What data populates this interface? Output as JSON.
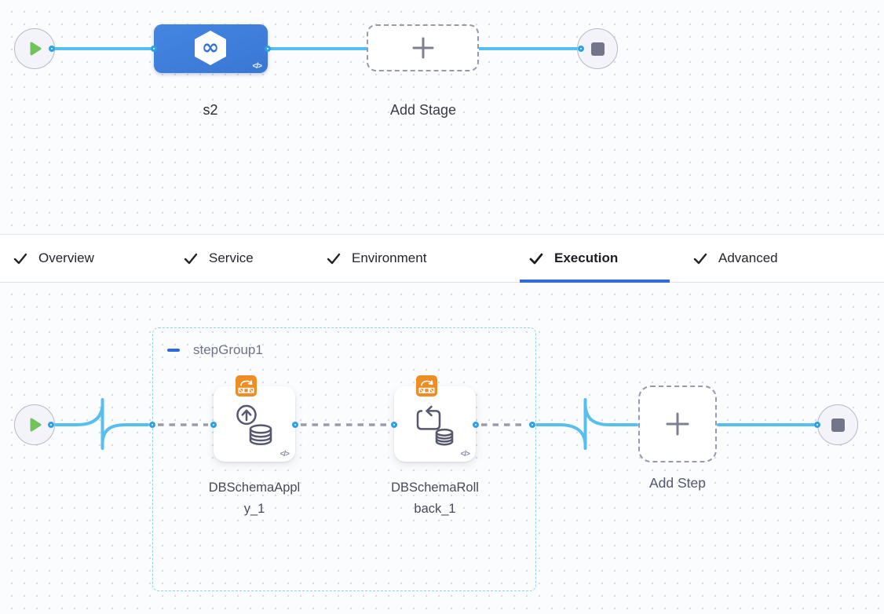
{
  "stage_canvas": {
    "stage": {
      "label": "s2"
    },
    "add_stage": {
      "label": "Add Stage"
    }
  },
  "tabs": {
    "items": [
      {
        "label": "Overview",
        "checked": true,
        "active": false
      },
      {
        "label": "Service",
        "checked": true,
        "active": false
      },
      {
        "label": "Environment",
        "checked": true,
        "active": false
      },
      {
        "label": "Execution",
        "checked": true,
        "active": true
      },
      {
        "label": "Advanced",
        "checked": true,
        "active": false
      }
    ]
  },
  "execution_canvas": {
    "step_group": {
      "label": "stepGroup1"
    },
    "steps": [
      {
        "label": "DBSchemaApply_1"
      },
      {
        "label": "DBSchemaRollback_1"
      }
    ],
    "add_step": {
      "label": "Add Step"
    }
  },
  "icons": {
    "infinity_glyph": "∞",
    "code_glyph": "</>"
  },
  "colors": {
    "wire_blue": "#57bfef",
    "port_blue": "#2aa2eb",
    "stage_blue": "#3e7fda",
    "tab_underline_blue": "#2f6cd9",
    "step_group_border": "#8ed1ec",
    "aws_badge_orange": "#ee8c26",
    "play_green": "#71c35c",
    "stop_slate": "#73758b",
    "dashed_wire_gray": "#9a9bab"
  }
}
